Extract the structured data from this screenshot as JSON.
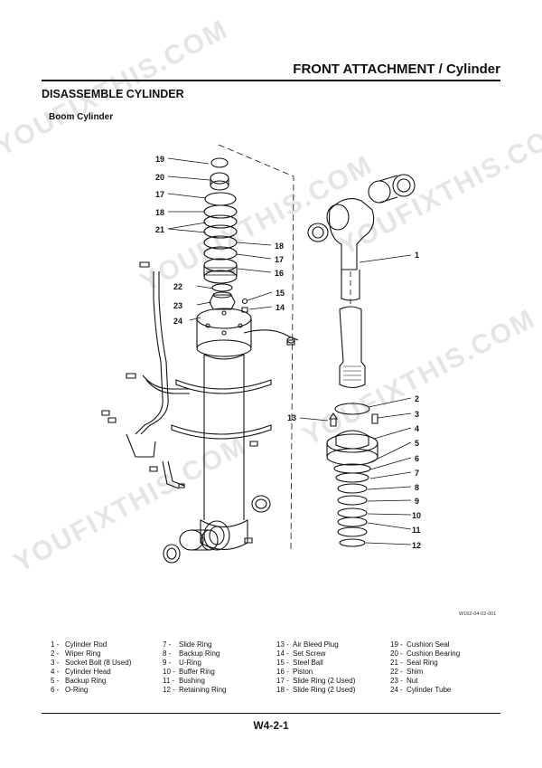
{
  "header": {
    "title": "FRONT ATTACHMENT / Cylinder"
  },
  "section_title": "DISASSEMBLE CYLINDER",
  "subsection_title": "Boom Cylinder",
  "figure_code": "W162-04-02-001",
  "callouts": {
    "c19": "19",
    "c20": "20",
    "c17a": "17",
    "c18a": "18",
    "c21": "21",
    "c18b": "18",
    "c17b": "17",
    "c16": "16",
    "c22": "22",
    "c15": "15",
    "c23": "23",
    "c14": "14",
    "c24": "24",
    "c1": "1",
    "c2": "2",
    "c3": "3",
    "c13": "13",
    "c4": "4",
    "c5": "5",
    "c6": "6",
    "c7": "7",
    "c8": "8",
    "c9": "9",
    "c10": "10",
    "c11": "11",
    "c12": "12"
  },
  "legend": [
    [
      "1 -",
      "Cylinder Rod"
    ],
    [
      "2 -",
      "Wiper Ring"
    ],
    [
      "3 -",
      "Socket Bolt (8 Used)"
    ],
    [
      "4 -",
      "Cylinder Head"
    ],
    [
      "5 -",
      "Backup Ring"
    ],
    [
      "6 -",
      "O-Ring"
    ],
    [
      "7 -",
      "Slide Ring"
    ],
    [
      "8 -",
      "Backup Ring"
    ],
    [
      "9 -",
      "U-Ring"
    ],
    [
      "10 -",
      "Buffer Ring"
    ],
    [
      "11 -",
      "Bushing"
    ],
    [
      "12 -",
      "Retaining Ring"
    ],
    [
      "13 -",
      "Air Bleed Plug"
    ],
    [
      "14 -",
      "Set Screw"
    ],
    [
      "15 -",
      "Steel Ball"
    ],
    [
      "16 -",
      "Piston"
    ],
    [
      "17 -",
      "Slide Ring (2 Used)"
    ],
    [
      "18 -",
      "Slide Ring (2 Used)"
    ],
    [
      "19 -",
      "Cushion Seal"
    ],
    [
      "20 -",
      "Cushion Bearing"
    ],
    [
      "21 -",
      "Seal Ring"
    ],
    [
      "22 -",
      "Shim"
    ],
    [
      "23 -",
      "Nut"
    ],
    [
      "24 -",
      "Cylinder Tube"
    ]
  ],
  "page_number": "W4-2-1",
  "watermark": {
    "text": "YOUFIXTHIS.COM"
  }
}
